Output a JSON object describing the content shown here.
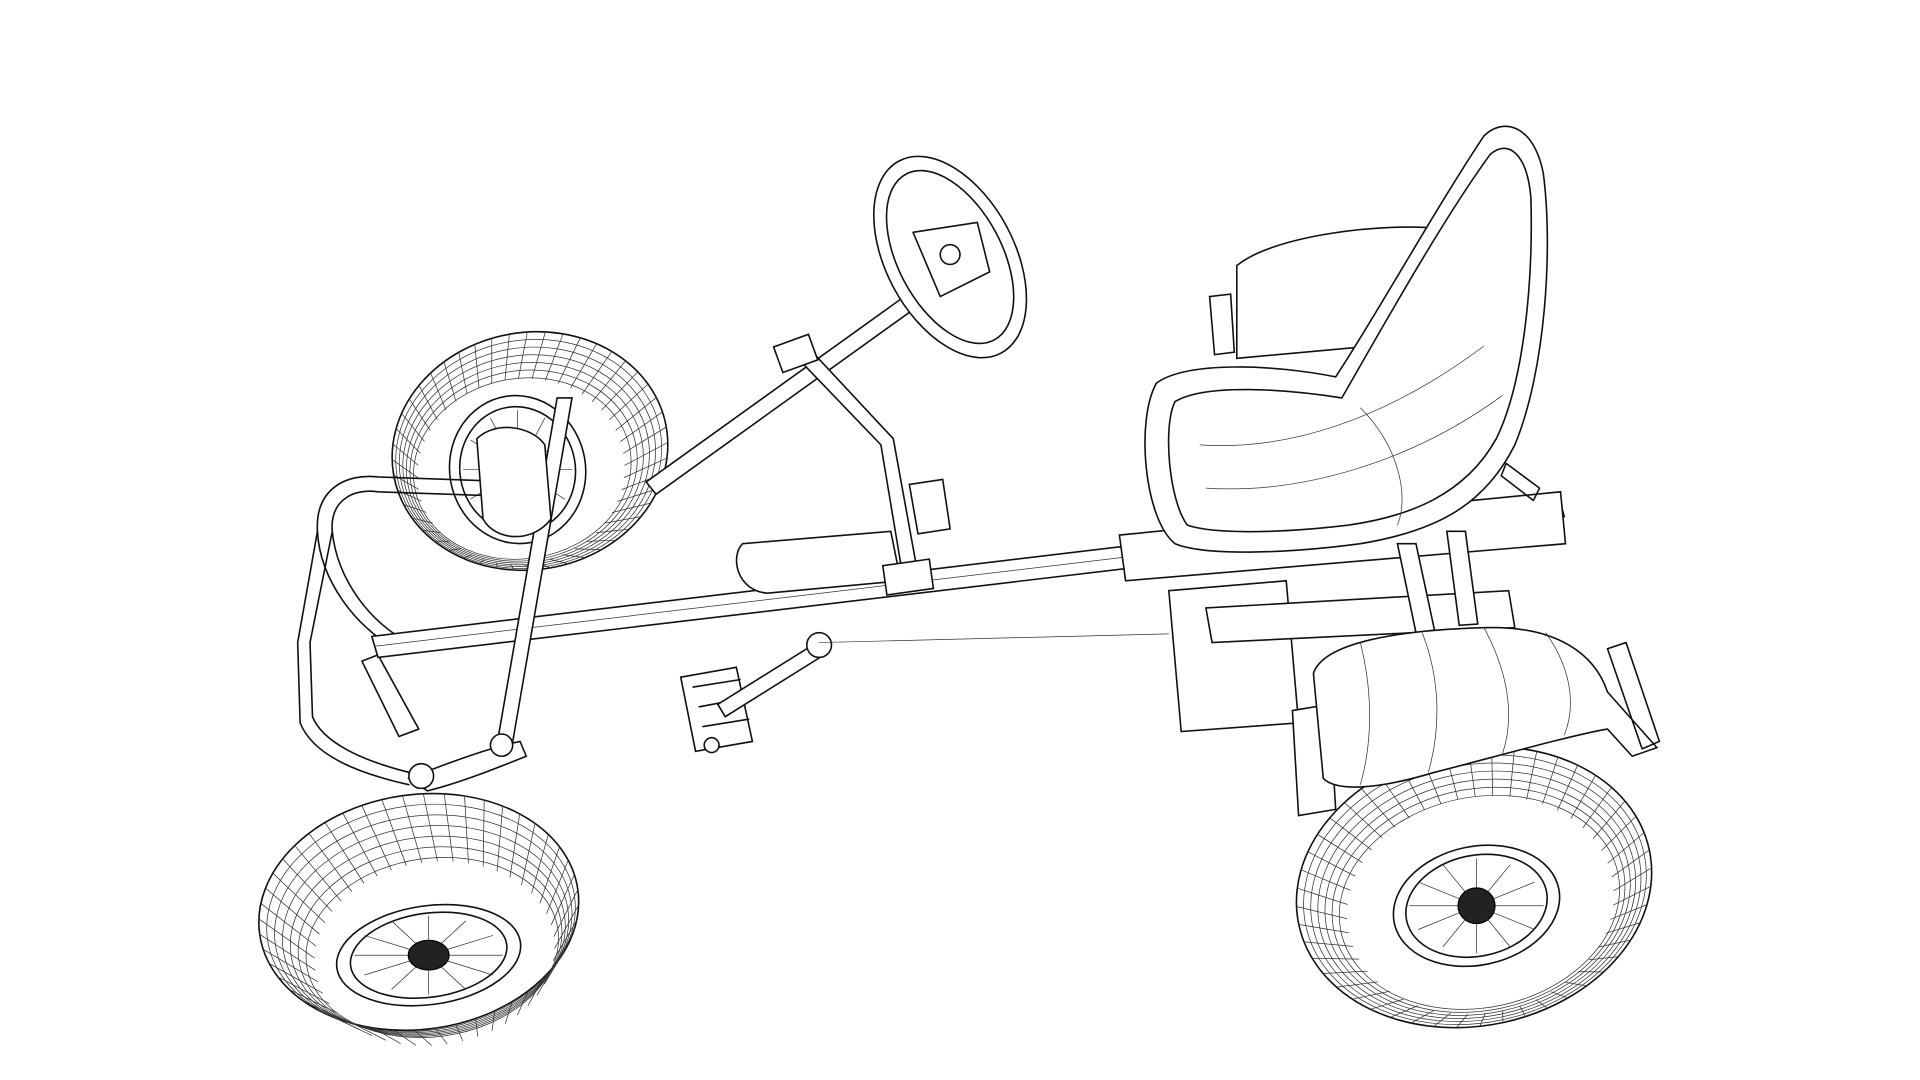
{
  "colors": {
    "background": "#ffffff",
    "line": "#111111",
    "mesh": "#333333"
  },
  "scene": {
    "subject_icon": "go-kart-wireframe-icon",
    "parts": [
      "front-wheel-far",
      "front-wheel-near",
      "rear-wheel",
      "rear-fender",
      "seat",
      "steering-wheel",
      "steering-column",
      "main-frame",
      "front-bumper",
      "pedals",
      "chain-box"
    ]
  }
}
